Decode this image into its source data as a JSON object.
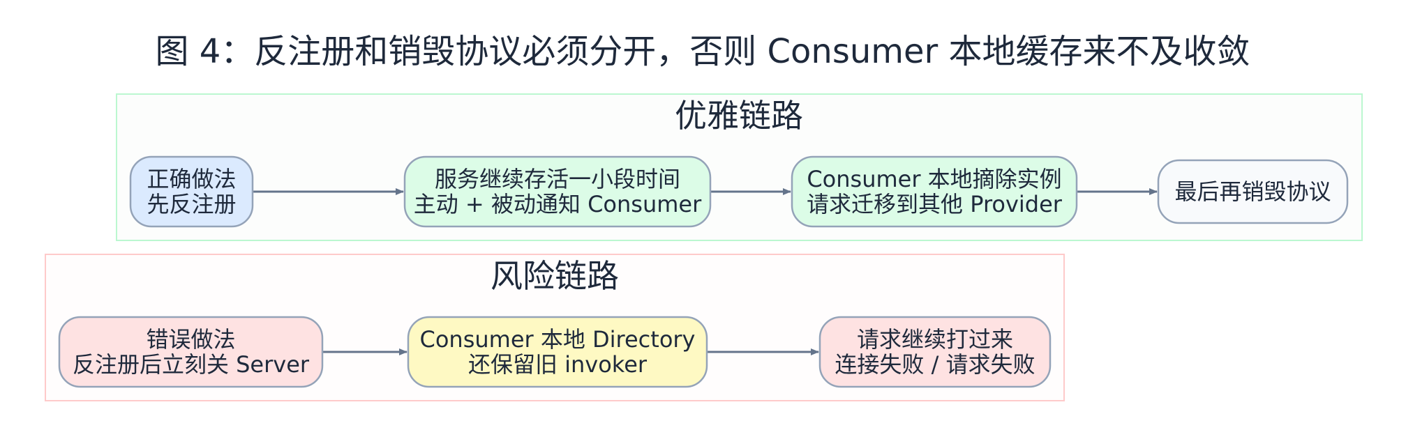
{
  "title": "图 4：反注册和销毁协议必须分开，否则 Consumer 本地缓存来不及收敛",
  "colors": {
    "cluster_good_border": "#bbf7d0",
    "cluster_good_fill": "#fcfdfc",
    "cluster_bad_border": "#fecaca",
    "cluster_bad_fill": "#fffdfd",
    "node_border": "#94a3b8",
    "edge": "#64748b",
    "blue": "#dbeafe",
    "green": "#dcfce7",
    "gray": "#f8fafc",
    "red": "#fee2e2",
    "yellow": "#fef9c3"
  },
  "clusters": [
    {
      "id": "graceful",
      "title": "优雅链路",
      "nodes": [
        {
          "id": "g1",
          "lines": [
            "正确做法",
            "先反注册"
          ],
          "color": "blue"
        },
        {
          "id": "g2",
          "lines": [
            "服务继续存活一小段时间",
            "主动 + 被动通知 Consumer"
          ],
          "color": "green"
        },
        {
          "id": "g3",
          "lines": [
            "Consumer 本地摘除实例",
            "请求迁移到其他 Provider"
          ],
          "color": "green"
        },
        {
          "id": "g4",
          "lines": [
            "最后再销毁协议"
          ],
          "color": "gray"
        }
      ]
    },
    {
      "id": "risk",
      "title": "风险链路",
      "nodes": [
        {
          "id": "r1",
          "lines": [
            "错误做法",
            "反注册后立刻关 Server"
          ],
          "color": "red"
        },
        {
          "id": "r2",
          "lines": [
            "Consumer 本地 Directory",
            "还保留旧 invoker"
          ],
          "color": "yellow"
        },
        {
          "id": "r3",
          "lines": [
            "请求继续打过来",
            "连接失败 / 请求失败"
          ],
          "color": "red"
        }
      ]
    }
  ],
  "edges": [
    {
      "from": "g1",
      "to": "g2"
    },
    {
      "from": "g2",
      "to": "g3"
    },
    {
      "from": "g3",
      "to": "g4"
    },
    {
      "from": "r1",
      "to": "r2"
    },
    {
      "from": "r2",
      "to": "r3"
    }
  ]
}
